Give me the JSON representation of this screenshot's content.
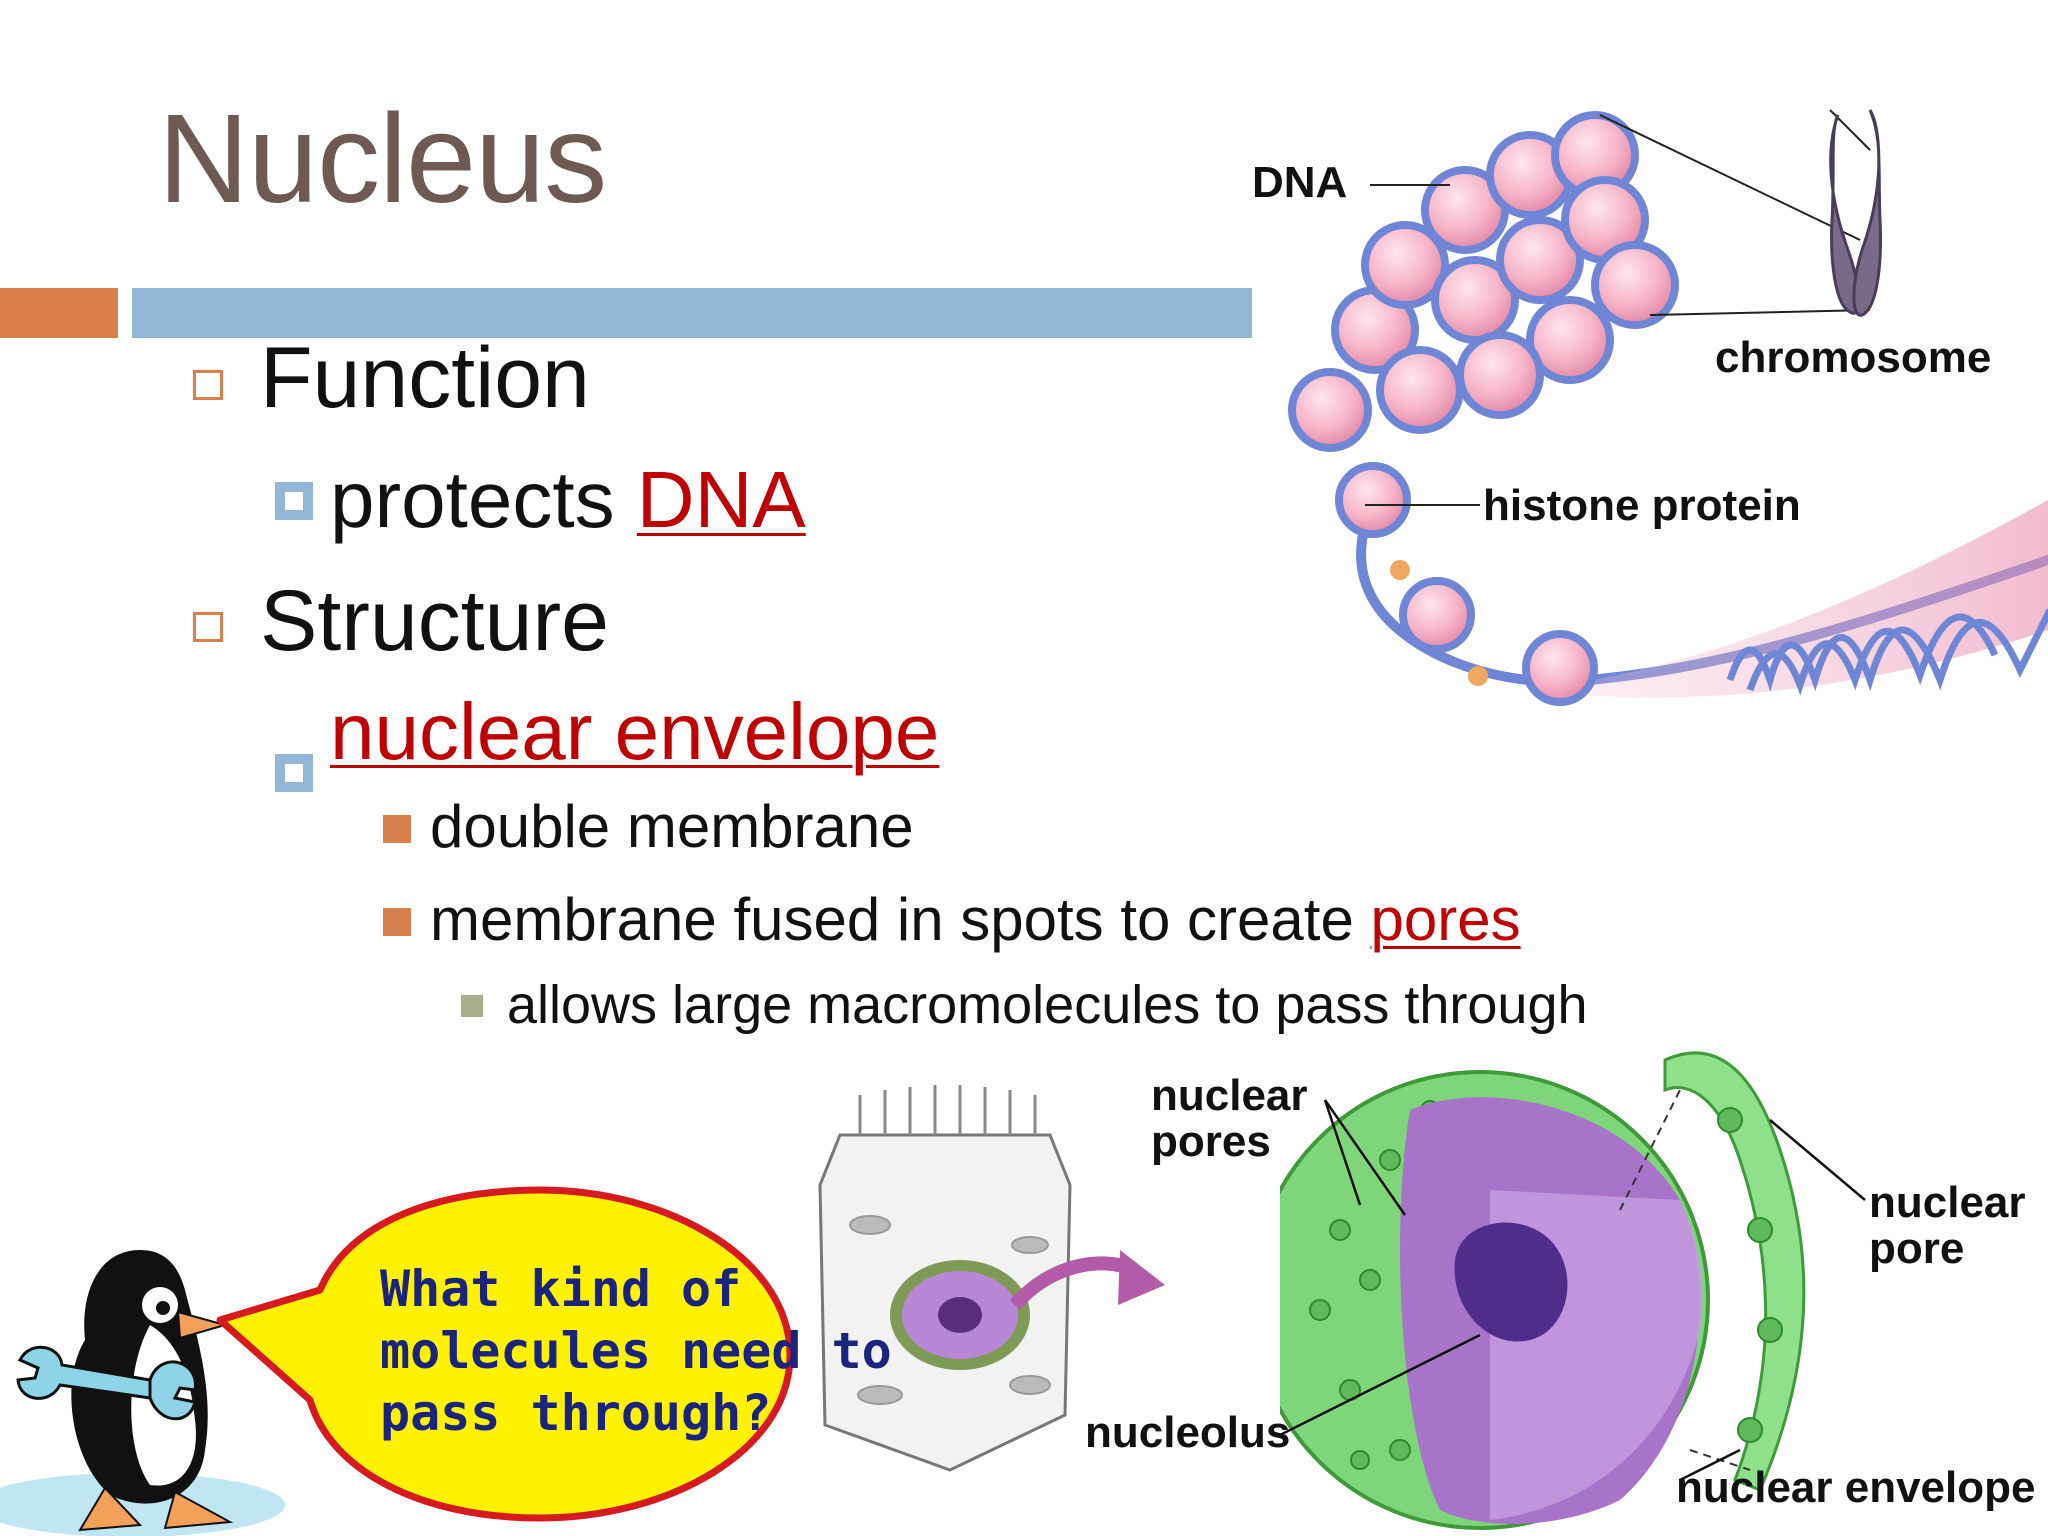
{
  "slide": {
    "title": "Nucleus",
    "bullets": {
      "function": "Function",
      "protects_prefix": "protects ",
      "protects_dna": "DNA",
      "structure": "Structure",
      "nuclear_envelope": "nuclear envelope",
      "double_membrane": "double membrane",
      "fused_prefix": "membrane fused in spots to create ",
      "pores": "pores",
      "macromolecules": "allows large macromolecules to pass through"
    }
  },
  "dna_figure": {
    "dna_label": "DNA",
    "chromosome_label": "chromosome",
    "histone_label": "histone protein"
  },
  "nucleus_figure": {
    "nuclear_pores_line1": "nuclear",
    "nuclear_pores_line2": "pores",
    "nuclear_pore_line1": "nuclear",
    "nuclear_pore_line2": "pore",
    "nucleolus_label": "nucleolus",
    "nuclear_envelope_label": "nuclear envelope"
  },
  "speech_bubble": {
    "line1": "What kind of",
    "line2": "molecules need to",
    "line3": "pass through?"
  },
  "colors": {
    "title": "#6e5a52",
    "accent_orange": "#d9804d",
    "accent_blue": "#93b6d5",
    "highlight_red": "#c00000",
    "bubble_fill": "#fff200",
    "bubble_border": "#d71920",
    "bubble_text": "#1a237e"
  }
}
